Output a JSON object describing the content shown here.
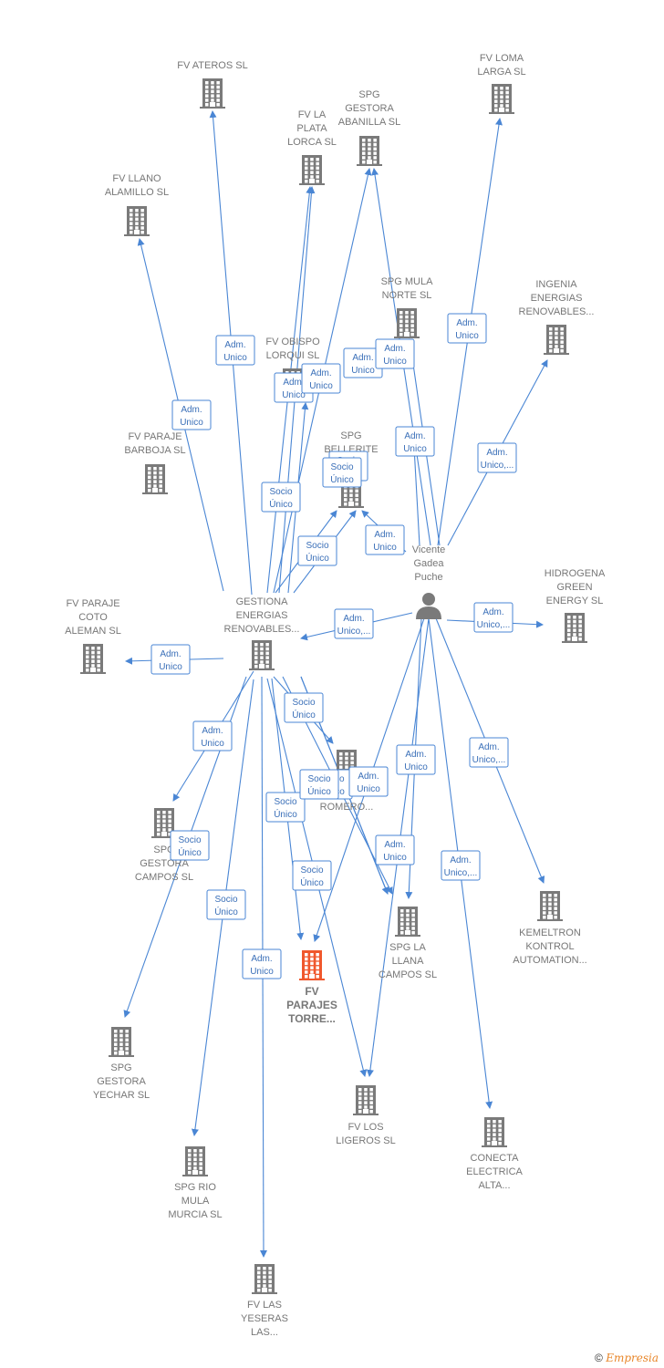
{
  "colors": {
    "edge": "#4a86d4",
    "building": "#7a7a7a",
    "focus": "#f0582d",
    "person": "#7a7a7a"
  },
  "nodes": [
    {
      "id": "ateros",
      "type": "company",
      "label": [
        "FV ATEROS  SL"
      ]
    },
    {
      "id": "loma",
      "type": "company",
      "label": [
        "FV LOMA",
        "LARGA  SL"
      ]
    },
    {
      "id": "spggestora",
      "type": "company",
      "label": [
        "SPG",
        "GESTORA",
        "ABANILLA  SL"
      ]
    },
    {
      "id": "plata",
      "type": "company",
      "label": [
        "FV LA",
        "PLATA",
        "LORCA  SL"
      ]
    },
    {
      "id": "llano",
      "type": "company",
      "label": [
        "FV LLANO",
        "ALAMILLO  SL"
      ]
    },
    {
      "id": "spgmula",
      "type": "company",
      "label": [
        "SPG MULA",
        "NORTE  SL"
      ]
    },
    {
      "id": "ingenia",
      "type": "company",
      "label": [
        "INGENIA",
        "ENERGIAS",
        "RENOVABLES..."
      ]
    },
    {
      "id": "obispo",
      "type": "company",
      "label": [
        "FV OBISPO",
        "LORQUI  SL"
      ]
    },
    {
      "id": "barboja",
      "type": "company",
      "label": [
        "FV PARAJE",
        "BARBOJA  SL"
      ]
    },
    {
      "id": "bellerite",
      "type": "company",
      "label": [
        "SPG",
        "BELLERITE",
        "C...   SL"
      ]
    },
    {
      "id": "vicente",
      "type": "person",
      "label": [
        "Vicente",
        "Gadea",
        "Puche"
      ]
    },
    {
      "id": "gestiona",
      "type": "company",
      "label": [
        "GESTIONA",
        "ENERGIAS",
        "RENOVABLES..."
      ]
    },
    {
      "id": "coto",
      "type": "company",
      "label": [
        "FV PARAJE",
        "COTO",
        "ALEMAN  SL"
      ]
    },
    {
      "id": "hidrogena",
      "type": "company",
      "label": [
        "HIDROGENA",
        "GREEN",
        "ENERGY  SL"
      ]
    },
    {
      "id": "canada",
      "type": "company",
      "label": [
        "F...",
        "CAÑADA",
        "ROMERO..."
      ]
    },
    {
      "id": "spgcampos",
      "type": "company",
      "label": [
        "SPG",
        "GESTORA",
        "CAMPOS  SL"
      ]
    },
    {
      "id": "kemeltron",
      "type": "company",
      "label": [
        "KEMELTRON",
        "KONTROL",
        "AUTOMATION..."
      ]
    },
    {
      "id": "llana",
      "type": "company",
      "label": [
        "SPG LA",
        "LLANA",
        "CAMPOS  SL"
      ]
    },
    {
      "id": "parajes",
      "type": "focus",
      "label": [
        "FV",
        "PARAJES",
        "TORRE..."
      ]
    },
    {
      "id": "yechar",
      "type": "company",
      "label": [
        "SPG",
        "GESTORA",
        "YECHAR  SL"
      ]
    },
    {
      "id": "ligeros",
      "type": "company",
      "label": [
        "FV LOS",
        "LIGEROS  SL"
      ]
    },
    {
      "id": "conecta",
      "type": "company",
      "label": [
        "CONECTA",
        "ELECTRICA",
        "ALTA..."
      ]
    },
    {
      "id": "riomula",
      "type": "company",
      "label": [
        "SPG RIO",
        "MULA",
        "MURCIA  SL"
      ]
    },
    {
      "id": "yeseras",
      "type": "company",
      "label": [
        "FV LAS",
        "YESERAS",
        "LAS..."
      ]
    }
  ],
  "edges": [
    {
      "label": [
        "Adm.",
        "Unico"
      ]
    },
    {
      "label": [
        "Adm.",
        "Unico"
      ]
    },
    {
      "label": [
        "Socio",
        "Único"
      ]
    },
    {
      "label": [
        "Socio",
        "Único"
      ]
    },
    {
      "label": [
        "Adm.",
        "Unico"
      ]
    },
    {
      "label": [
        "Adm.",
        "Unico"
      ]
    },
    {
      "label": [
        "Adm.",
        "Unico"
      ]
    },
    {
      "label": [
        "Adm.",
        "Unico"
      ]
    },
    {
      "label": [
        "Adm.",
        "Unico"
      ]
    },
    {
      "label": [
        "Adm.",
        "Unico,..."
      ]
    },
    {
      "label": [
        "Socio",
        "Único"
      ]
    },
    {
      "label": [
        "Socio",
        "Único"
      ]
    },
    {
      "label": [
        "Adm.",
        "Unico"
      ]
    },
    {
      "label": [
        "Adm.",
        "Unico"
      ]
    },
    {
      "label": [
        "Adm.",
        "Unico,..."
      ]
    },
    {
      "label": [
        "Adm.",
        "Unico,..."
      ]
    },
    {
      "label": [
        "Adm.",
        "Unico"
      ]
    },
    {
      "label": [
        "Adm.",
        "Unico"
      ]
    },
    {
      "label": [
        "Socio",
        "Único"
      ]
    },
    {
      "label": [
        "Socio",
        "Único"
      ]
    },
    {
      "label": [
        "Socio",
        "Único"
      ]
    },
    {
      "label": [
        "Adm.",
        "Unico"
      ]
    },
    {
      "label": [
        "Adm.",
        "Unico"
      ]
    },
    {
      "label": [
        "Socio",
        "Único"
      ]
    },
    {
      "label": [
        "Adm.",
        "Unico"
      ]
    },
    {
      "label": [
        "Socio",
        "Único"
      ]
    },
    {
      "label": [
        "Socio",
        "Único"
      ]
    },
    {
      "label": [
        "Adm.",
        "Unico"
      ]
    },
    {
      "label": [
        "Adm.",
        "Unico,..."
      ]
    },
    {
      "label": [
        "Adm.",
        "Unico,..."
      ]
    },
    {
      "label": [
        "Socio",
        "Único"
      ]
    },
    {
      "label": [
        "Adm.",
        "Unico"
      ]
    }
  ],
  "watermark": {
    "symbol": "©",
    "brand": "Empresia"
  }
}
